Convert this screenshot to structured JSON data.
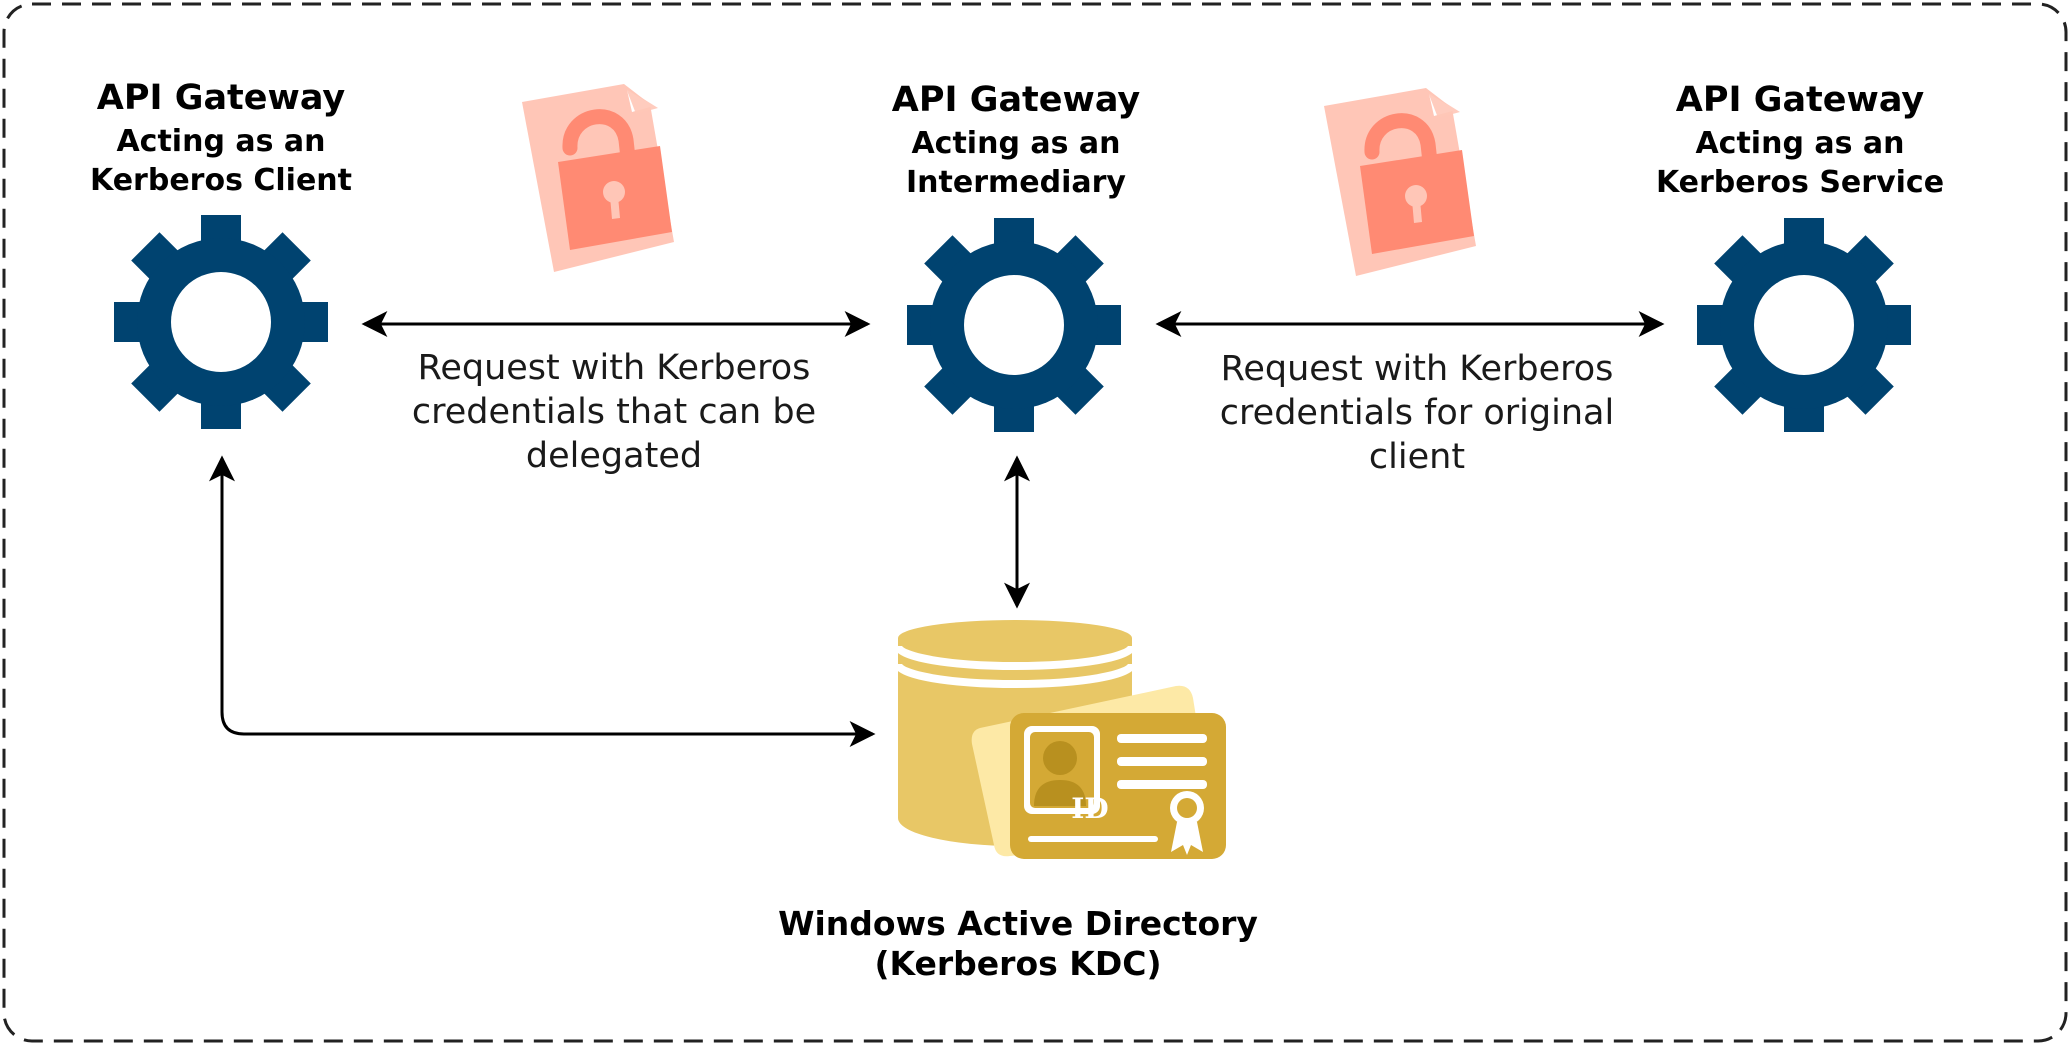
{
  "nodes": {
    "client": {
      "title": "API Gateway",
      "line1": "Acting as an",
      "line2": "Kerberos Client",
      "icon": "gear-icon"
    },
    "intermediary": {
      "title": "API Gateway",
      "line1": "Acting as an",
      "line2": "Intermediary",
      "icon": "gear-icon"
    },
    "service": {
      "title": "API Gateway",
      "line1": "Acting as an",
      "line2": "Kerberos Service",
      "icon": "gear-icon"
    },
    "kdc": {
      "line1": "Windows Active Directory",
      "line2": "(Kerberos KDC)",
      "icon": "database-id-card-icon",
      "badge": "ID"
    }
  },
  "edges": {
    "client_to_intermediary": {
      "line1": "Request with Kerberos",
      "line2": "credentials that can be",
      "line3": "delegated",
      "icon": "locked-document-icon"
    },
    "intermediary_to_service": {
      "line1": "Request with Kerberos",
      "line2": "credentials for original",
      "line3": "client",
      "icon": "locked-document-icon"
    }
  },
  "colors": {
    "gear": "#004370",
    "lock_doc": "#ffc6b7",
    "lock": "#ff8a73",
    "database": "#e8c766",
    "id_card": "#d4a935",
    "id_card_back": "#fde9a6",
    "border": "#222222"
  }
}
